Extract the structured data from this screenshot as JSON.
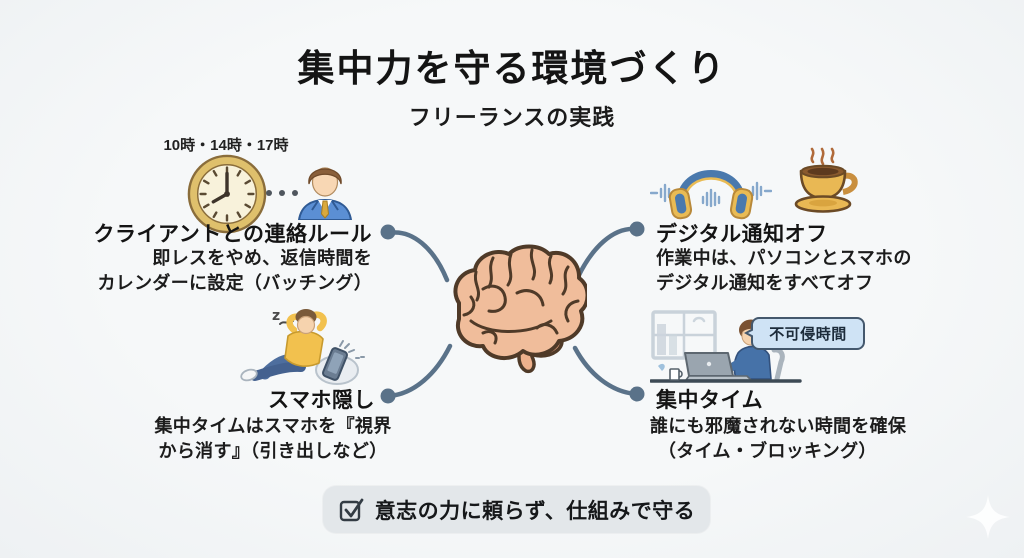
{
  "title": "集中力を守る環境づくり",
  "subtitle": "フリーランスの実践",
  "center_icon": "brain-icon",
  "sections": {
    "client_rules": {
      "time_label": "10時・14時・17時",
      "heading": "クライアントとの連絡ルール",
      "body_line1": "即レスをやめ、返信時間を",
      "body_line2": "カレンダーに設定（バッチング）",
      "icons": [
        "clock-icon",
        "ellipsis-dots",
        "businessman-icon"
      ]
    },
    "notifications_off": {
      "heading": "デジタル通知オフ",
      "body_line1": "作業中は、パソコンとスマホの",
      "body_line2": "デジタル通知をすべてオフ",
      "icons": [
        "headphones-icon",
        "coffee-cup-icon"
      ]
    },
    "hide_phone": {
      "heading": "スマホ隠し",
      "body_line1": "集中タイムはスマホを『視界",
      "body_line2": "から消す』（引き出しなど）",
      "sleep_mark": "z",
      "icons": [
        "relaxing-person-illustration",
        "phone-in-tray-icon"
      ]
    },
    "focus_time": {
      "heading": "集中タイム",
      "body_line1": "誰にも邪魔されない時間を確保",
      "body_line2": "（タイム・ブロッキング）",
      "speech_bubble": "不可侵時間",
      "icons": [
        "window-icon",
        "person-at-desk-illustration"
      ]
    }
  },
  "footer": {
    "note": "意志の力に頼らず、仕組みで守る",
    "icon": "checkbox-icon"
  },
  "colors": {
    "background": "#f2f5f7",
    "text": "#161616",
    "connector": "#5a7289",
    "footer_bg": "#e3e7ea",
    "bubble_bg": "#cfe3f5",
    "brain_fill": "#f0bd9b",
    "brain_outline": "#4f3a28",
    "accent_yellow": "#e9bb54",
    "accent_blue": "#4a79ad"
  }
}
